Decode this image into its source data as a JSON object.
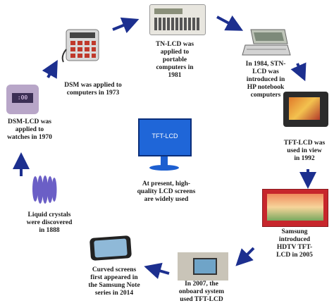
{
  "center": {
    "screen_text": "TFT-LCD",
    "caption": "At present, high-\nquality LCD screens\nare widely used"
  },
  "milestones": {
    "lc_1888": "Liquid crystals\nwere discovered\nin 1888",
    "dsm_1970": "DSM-LCD was\napplied to\nwatches in 1970",
    "dsm_1973": "DSM was applied to\ncomputers in 1973",
    "tn_1981": "TN-LCD was\napplied to\nportable\ncomputers in\n1981",
    "stn_1984": "In 1984, STN-\nLCD was\nintroduced in\nHP notebook\ncomputers",
    "tft_1992": "TFT-LCD was\nused in view\nin 1992",
    "samsung_2005": "Samsung\nintroduced\nHDTV TFT-\nLCD in 2005",
    "onboard_2007": "In 2007, the\nonboard system\nused TFT-LCD",
    "curved_2014": "Curved screens\nfirst appeared in\nthe Samsung Note\nseries in 2014"
  },
  "colors": {
    "arrow": "#1c2f8f",
    "screen": "#1f66d8"
  }
}
